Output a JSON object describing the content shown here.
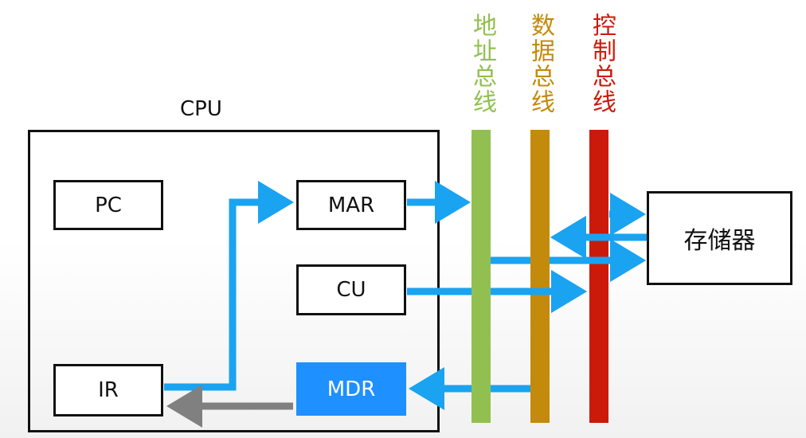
{
  "cpu": {
    "title": "CPU",
    "registers": {
      "pc": "PC",
      "ir": "IR",
      "mar": "MAR",
      "cu": "CU",
      "mdr": "MDR"
    }
  },
  "buses": {
    "address": {
      "label": "地址总线",
      "color": "#92c050"
    },
    "data": {
      "label": "数据总线",
      "color": "#c48a0c"
    },
    "control": {
      "label": "控制总线",
      "color": "#cc1a0a"
    }
  },
  "memory": {
    "label": "存储器"
  },
  "colors": {
    "arrow": "#1aa3f0",
    "arrow_gray": "#808080",
    "mdr_fill": "#1e90ff"
  }
}
